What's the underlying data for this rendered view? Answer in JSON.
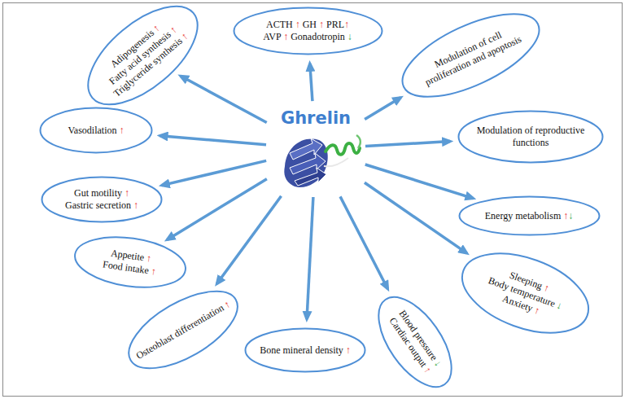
{
  "diagram": {
    "nodes": [
      {
        "text": [
          "Ghrelin"
        ]
      },
      {
        "text": [
          "Adipogenesis ↑",
          "Fatty acid synthesis ↑",
          "Triglyceride synthesis ↑"
        ]
      },
      {
        "text": [
          "ACTH ↑ GH ↑ PRL↑",
          "AVP ↑ Gonadotropin ↓"
        ]
      },
      {
        "text": [
          "Modulation of cell proliferation and apoptosis"
        ]
      },
      {
        "text": [
          "Vasodilation ↑"
        ]
      },
      {
        "text": [
          "Modulation of reproductive functions"
        ]
      },
      {
        "text": [
          "Gut motility ↑",
          "Gastric secretion ↑"
        ]
      },
      {
        "text": [
          "Energy metabolism ↑↓"
        ]
      },
      {
        "text": [
          "Appetite ↑",
          "Food intake ↑"
        ]
      },
      {
        "text": [
          "Sleeping ↑",
          "Body temperature ↓",
          "Anxiety ↑"
        ]
      },
      {
        "text": [
          "Osteoblast differentiation ↑"
        ]
      },
      {
        "text": [
          "Bone mineral density ↑"
        ]
      },
      {
        "text": [
          "Blood pressure ↓",
          "Cardiac output ↑"
        ]
      }
    ],
    "edges": [
      {
        "from": 0,
        "to": 1,
        "arrow": "to"
      },
      {
        "from": 0,
        "to": 2,
        "arrow": "to"
      },
      {
        "from": 0,
        "to": 3,
        "arrow": "to"
      },
      {
        "from": 0,
        "to": 4,
        "arrow": "to"
      },
      {
        "from": 0,
        "to": 5,
        "arrow": "to"
      },
      {
        "from": 0,
        "to": 6,
        "arrow": "to"
      },
      {
        "from": 0,
        "to": 7,
        "arrow": "to"
      },
      {
        "from": 0,
        "to": 8,
        "arrow": "to"
      },
      {
        "from": 0,
        "to": 9,
        "arrow": "to"
      },
      {
        "from": 0,
        "to": 10,
        "arrow": "to"
      },
      {
        "from": 0,
        "to": 11,
        "arrow": "to"
      },
      {
        "from": 0,
        "to": 12,
        "arrow": "to"
      }
    ]
  }
}
